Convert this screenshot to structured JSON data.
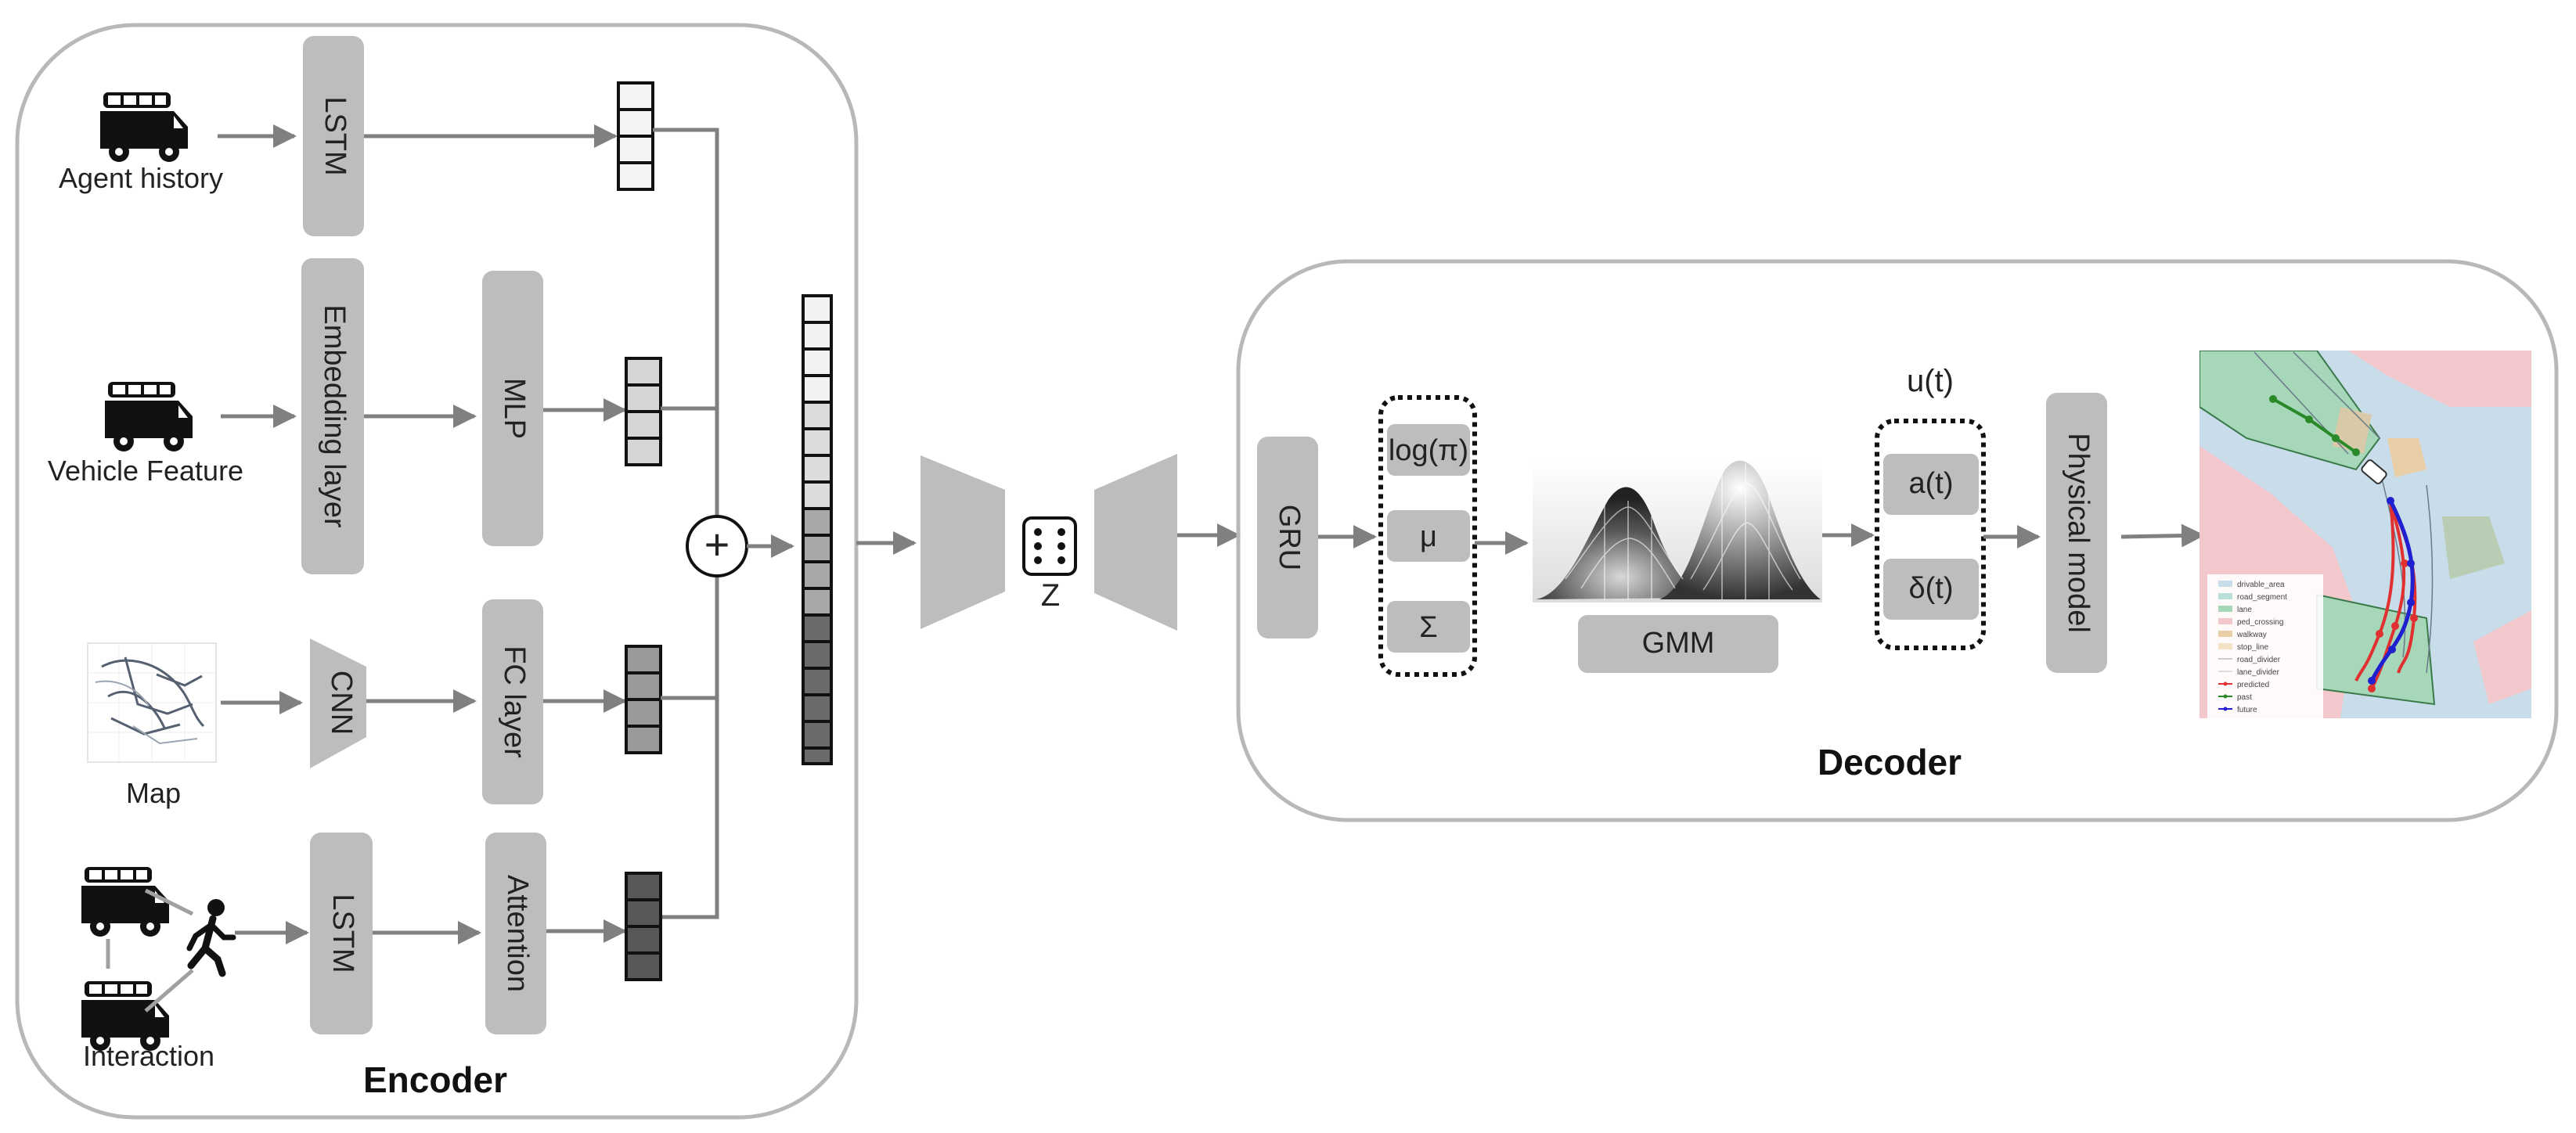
{
  "encoder": {
    "title": "Encoder",
    "inputs": {
      "agent_history": "Agent history",
      "vehicle_feature": "Vehicle Feature",
      "map": "Map",
      "interaction": "Interaction"
    },
    "modules": {
      "lstm_1": "LSTM",
      "embedding": "Embedding layer",
      "mlp": "MLP",
      "cnn": "CNN",
      "fc": "FC layer",
      "lstm_2": "LSTM",
      "attention": "Attention"
    },
    "concat_symbol": "+"
  },
  "latent": {
    "label": "Z"
  },
  "decoder": {
    "title": "Decoder",
    "gru": "GRU",
    "params": {
      "log_pi": "log(π)",
      "mu": "μ",
      "sigma": "Σ"
    },
    "gmm": "GMM",
    "control": {
      "title": "u(t)",
      "a": "a(t)",
      "delta": "δ(t)"
    },
    "physical_model": "Physical model",
    "map_legend": [
      "drivable_area",
      "road_segment",
      "lane",
      "ped_crossing",
      "walkway",
      "stop_line",
      "road_divider",
      "lane_divider",
      "predicted",
      "past",
      "future"
    ]
  },
  "colors": {
    "module_fill": "#bdbdbd",
    "arrow": "#808080",
    "past": "#2a8a2a",
    "predicted": "#e03030",
    "future": "#2020d0"
  }
}
